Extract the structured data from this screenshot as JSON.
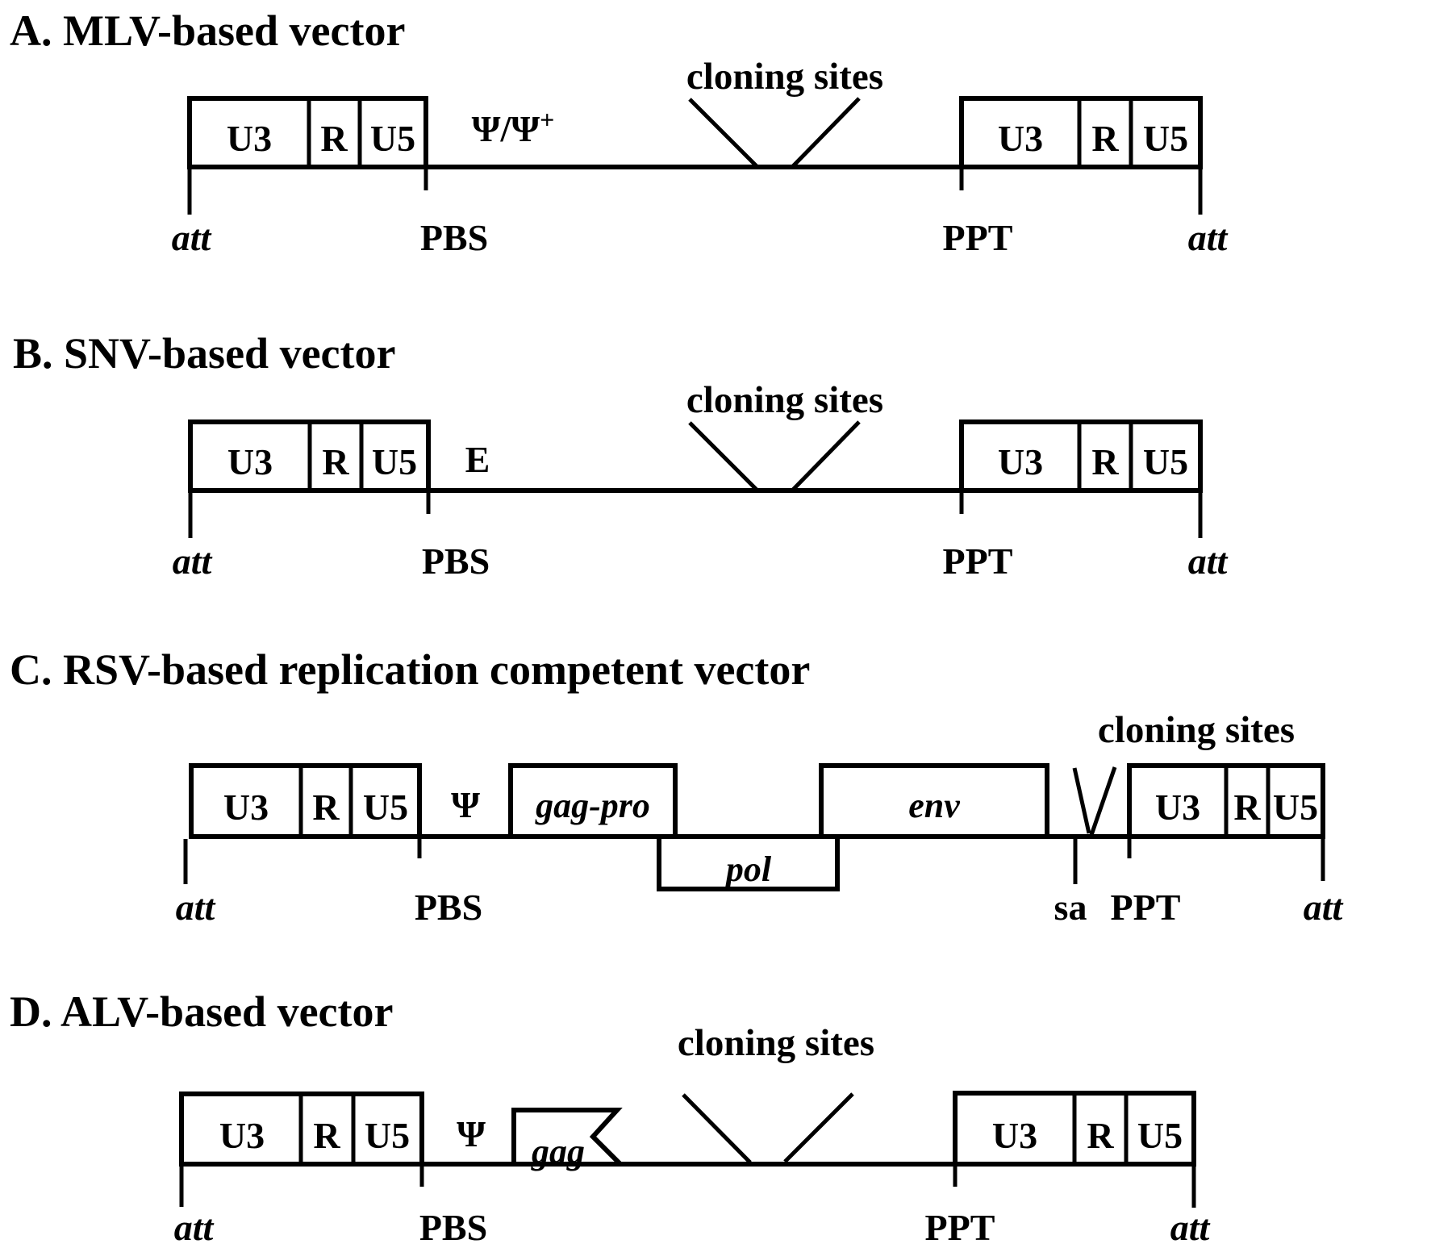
{
  "figure": {
    "background": "#ffffff",
    "ink": "#000000",
    "type": "retroviral vector genome maps"
  },
  "panels": [
    {
      "id": "A",
      "title": "A. MLV-based  vector",
      "cloning_sites_label": "cloning sites",
      "ltr_left": {
        "u3": "U3",
        "r": "R",
        "u5": "U5"
      },
      "ltr_right": {
        "u3": "U3",
        "r": "R",
        "u5": "U5"
      },
      "packaging_signal_main": "Ψ/Ψ",
      "packaging_signal_sup": "+",
      "bottom_labels": {
        "att_left": "att",
        "pbs": "PBS",
        "ppt": "PPT",
        "att_right": "att"
      }
    },
    {
      "id": "B",
      "title": "B. SNV-based  vector",
      "cloning_sites_label": "cloning sites",
      "ltr_left": {
        "u3": "U3",
        "r": "R",
        "u5": "U5"
      },
      "ltr_right": {
        "u3": "U3",
        "r": "R",
        "u5": "U5"
      },
      "packaging_signal": "E",
      "bottom_labels": {
        "att_left": "att",
        "pbs": "PBS",
        "ppt": "PPT",
        "att_right": "att"
      }
    },
    {
      "id": "C",
      "title": "C. RSV-based replication competent vector",
      "cloning_sites_label": "cloning sites",
      "ltr_left": {
        "u3": "U3",
        "r": "R",
        "u5": "U5"
      },
      "ltr_right": {
        "u3": "U3",
        "r": "R",
        "u5": "U5"
      },
      "packaging_signal": "Ψ",
      "genes": {
        "gag_pro": "gag-pro",
        "pol": "pol",
        "env": "env"
      },
      "bottom_labels": {
        "att_left": "att",
        "pbs": "PBS",
        "sa": "sa",
        "ppt": "PPT",
        "att_right": "att"
      }
    },
    {
      "id": "D",
      "title": "D. ALV-based  vector",
      "cloning_sites_label": "cloning sites",
      "ltr_left": {
        "u3": "U3",
        "r": "R",
        "u5": "U5"
      },
      "ltr_right": {
        "u3": "U3",
        "r": "R",
        "u5": "U5"
      },
      "packaging_signal": "Ψ",
      "genes": {
        "gag": "gag"
      },
      "bottom_labels": {
        "att_left": "att",
        "pbs": "PBS",
        "ppt": "PPT",
        "att_right": "att"
      }
    }
  ]
}
